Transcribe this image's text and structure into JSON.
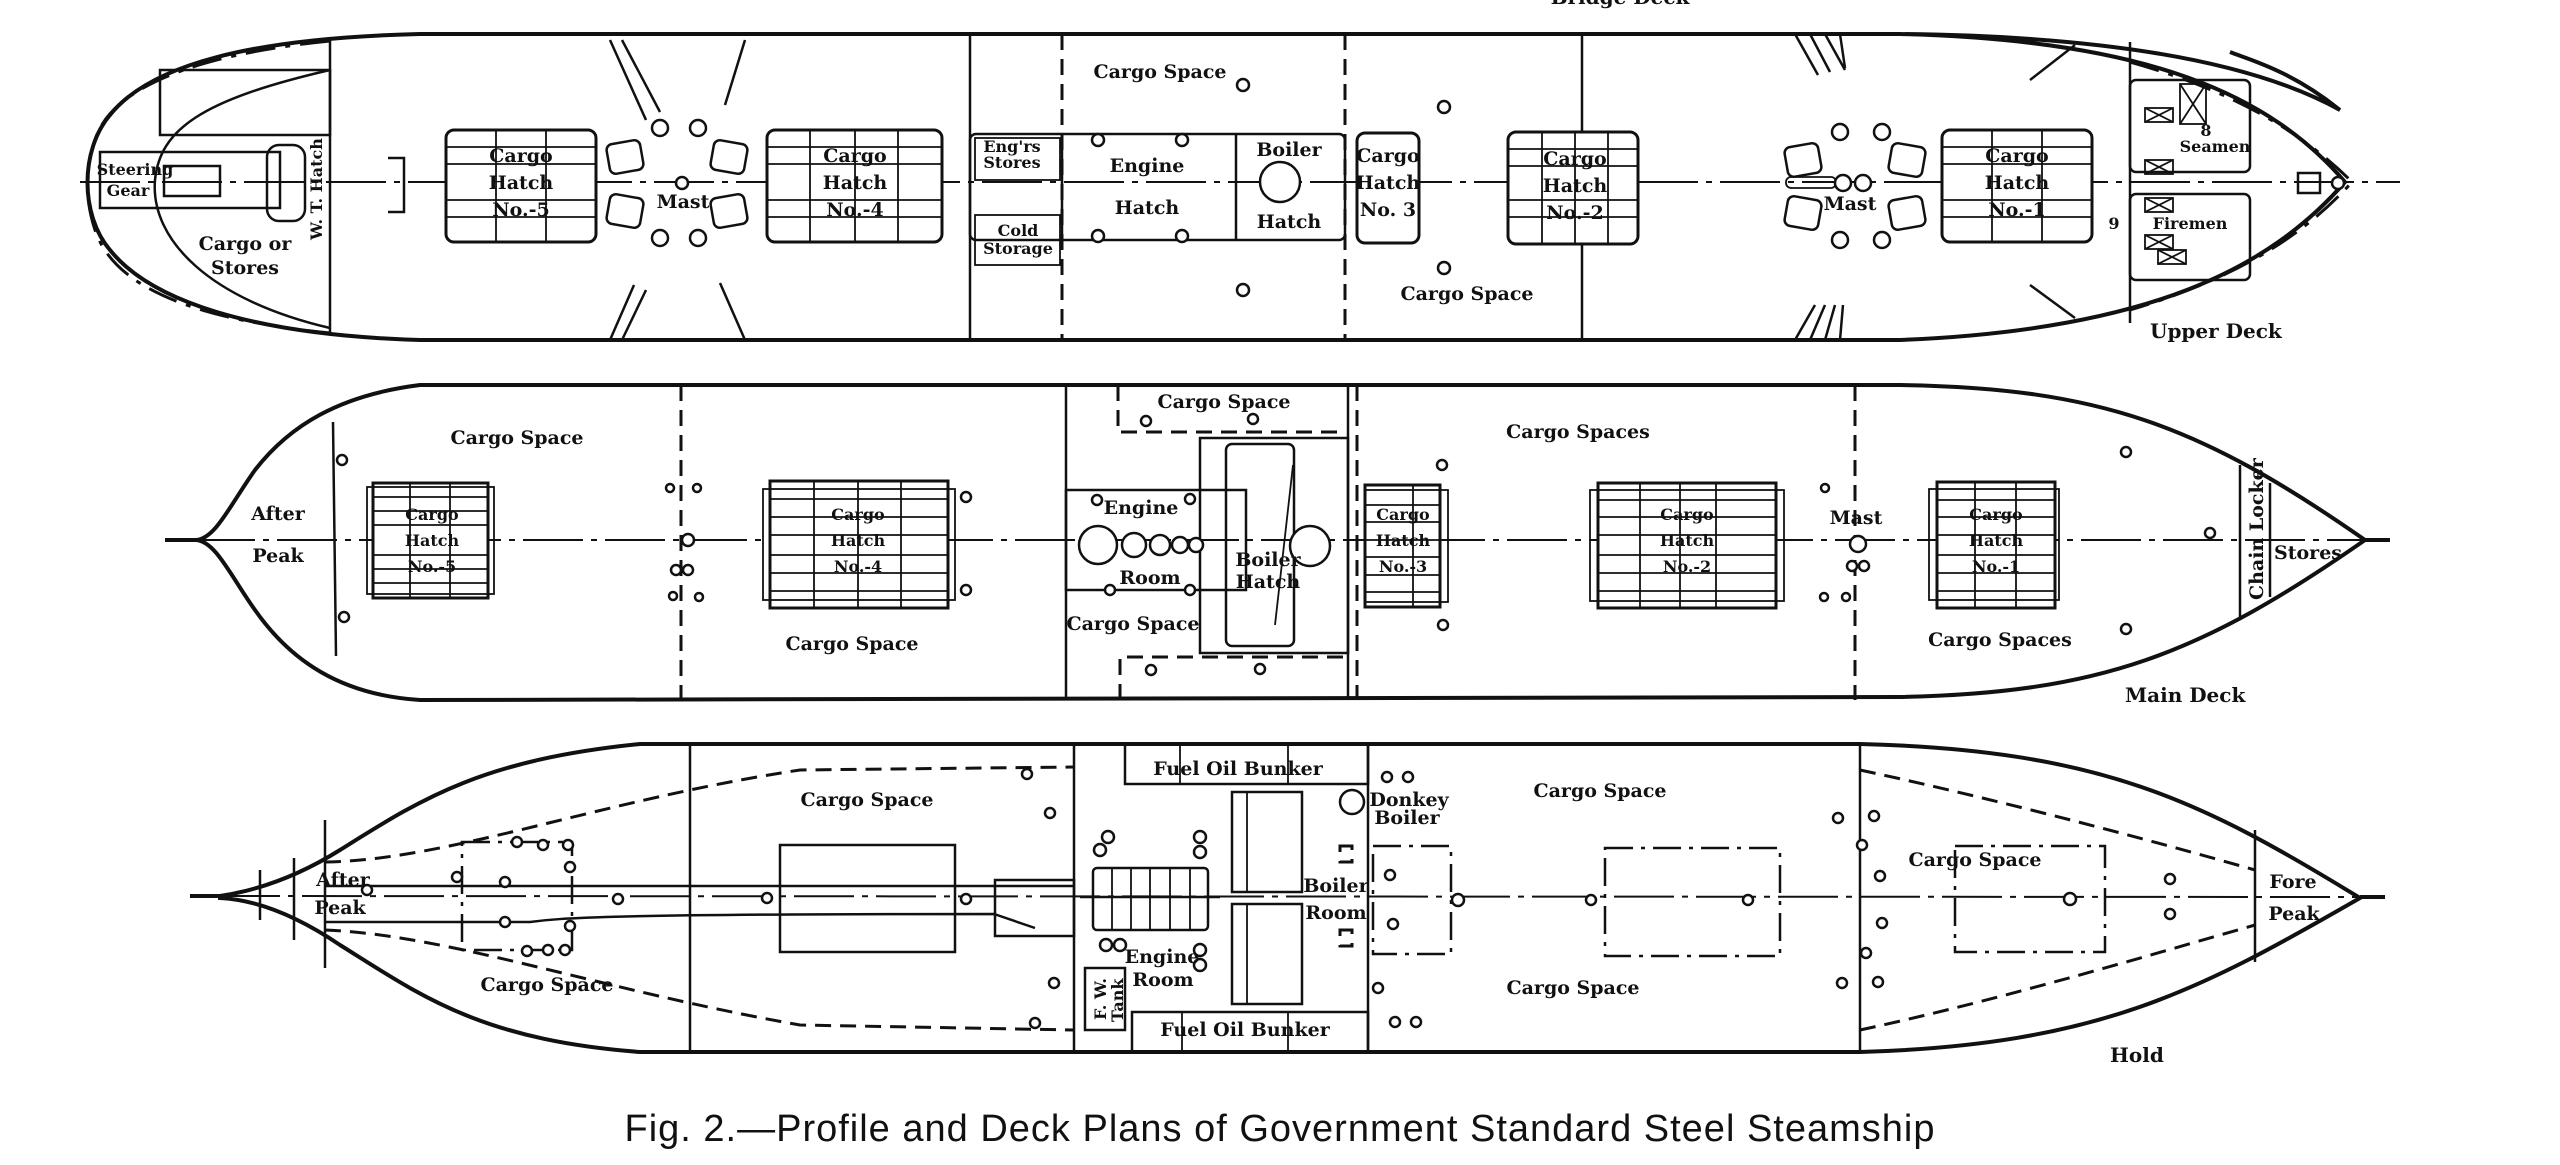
{
  "figure": {
    "caption": "Fig. 2.—Profile and Deck Plans of Government Standard Steel Steamship",
    "clipped_top_label": "Bridge Deck"
  },
  "decks": [
    {
      "id": "upper",
      "title": "Upper Deck",
      "labels": {
        "steering_gear_1": "Steering",
        "steering_gear_2": "Gear",
        "cargo_or_stores_1": "Cargo or",
        "cargo_or_stores_2": "Stores",
        "wt_hatch": "W. T. Hatch",
        "mast_aft": "Mast",
        "mast_fwd": "Mast",
        "engs_stores_1": "Eng'rs",
        "engs_stores_2": "Stores",
        "cold_storage_1": "Cold",
        "cold_storage_2": "Storage",
        "cargo_space_top": "Cargo Space",
        "cargo_space_bottom": "Cargo Space",
        "engine_hatch_1": "Engine",
        "engine_hatch_2": "Hatch",
        "boiler_hatch_1": "Boiler",
        "boiler_hatch_2": "Hatch",
        "seamen_count": "8",
        "seamen": "Seamen",
        "firemen_count": "9",
        "firemen": "Firemen"
      },
      "hatches": [
        {
          "line1": "Cargo",
          "line2": "Hatch",
          "line3": "No.-5"
        },
        {
          "line1": "Cargo",
          "line2": "Hatch",
          "line3": "No.-4"
        },
        {
          "line1": "Cargo",
          "line2": "Hatch",
          "line3": "No. 3"
        },
        {
          "line1": "Cargo",
          "line2": "Hatch",
          "line3": "No.-2"
        },
        {
          "line1": "Cargo",
          "line2": "Hatch",
          "line3": "No.-1"
        }
      ]
    },
    {
      "id": "main",
      "title": "Main Deck",
      "labels": {
        "after_peak_1": "After",
        "after_peak_2": "Peak",
        "cargo_space_aft_top": "Cargo Space",
        "cargo_space_aft_bottom": "Cargo Space",
        "cargo_space_mid_top": "Cargo Space",
        "cargo_space_mid_bottom": "Cargo Space",
        "engine_room_1": "Engine",
        "engine_room_2": "Room",
        "boiler_hatch_1": "Boiler",
        "boiler_hatch_2": "Hatch",
        "cargo_spaces_top": "Cargo Spaces",
        "cargo_spaces_bottom": "Cargo Spaces",
        "mast": "Mast",
        "chain_locker": "Chain Locker",
        "stores": "Stores"
      },
      "hatches": [
        {
          "line1": "Cargo",
          "line2": "Hatch",
          "line3": "No.-5"
        },
        {
          "line1": "Cargo",
          "line2": "Hatch",
          "line3": "No.-4"
        },
        {
          "line1": "Cargo",
          "line2": "Hatch",
          "line3": "No.-3"
        },
        {
          "line1": "Cargo",
          "line2": "Hatch",
          "line3": "No.-2"
        },
        {
          "line1": "Cargo",
          "line2": "Hatch",
          "line3": "No.-1"
        }
      ]
    },
    {
      "id": "hold",
      "title": "Hold",
      "labels": {
        "after_peak_1": "After",
        "after_peak_2": "Peak",
        "cargo_space_aft_top": "Cargo Space",
        "cargo_space_aft_bottom": "Cargo Space",
        "fuel_oil_bunker_top": "Fuel Oil Bunker",
        "fuel_oil_bunker_bottom": "Fuel Oil Bunker",
        "fw_tank_1": "F. W.",
        "fw_tank_2": "Tank",
        "engine_room_1": "Engine",
        "engine_room_2": "Room",
        "boiler_room_1": "Boiler",
        "boiler_room_2": "Room",
        "donkey_boiler_1": "Donkey",
        "donkey_boiler_2": "Boiler",
        "cargo_space_fwd_top": "Cargo Space",
        "cargo_space_fwd_bottom": "Cargo Space",
        "cargo_space_bow": "Cargo Space",
        "fore_peak_1": "Fore",
        "fore_peak_2": "Peak"
      }
    }
  ]
}
